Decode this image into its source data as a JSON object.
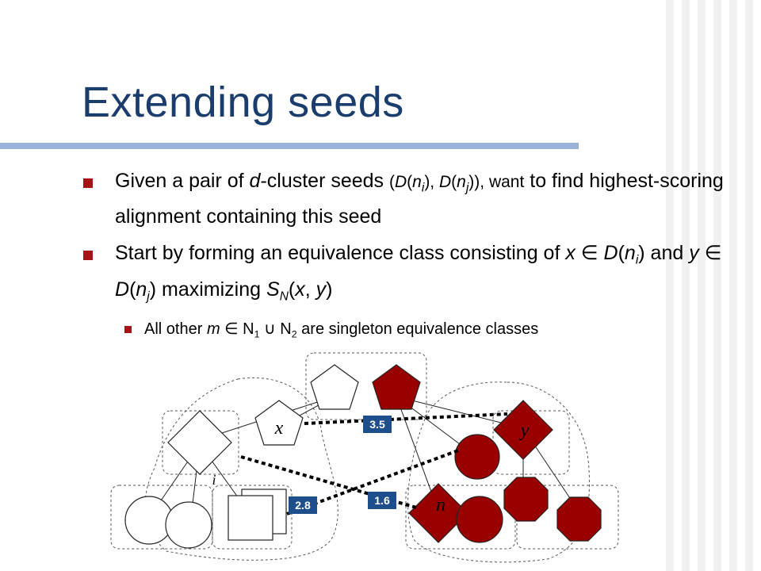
{
  "slide": {
    "title": "Extending seeds"
  },
  "bullets": [
    {
      "level": 1,
      "parts": [
        {
          "t": "Given a pair of "
        },
        {
          "t": "d",
          "i": true
        },
        {
          "t": "-cluster seeds "
        },
        {
          "t": "(",
          "small": true
        },
        {
          "t": "D",
          "i": true,
          "small": true
        },
        {
          "t": "(",
          "small": true
        },
        {
          "t": "n",
          "i": true,
          "small": true
        },
        {
          "t": "i",
          "i": true,
          "sub": true,
          "small": true
        },
        {
          "t": "), ",
          "small": true
        },
        {
          "t": "D",
          "i": true,
          "small": true
        },
        {
          "t": "(",
          "small": true
        },
        {
          "t": "n",
          "i": true,
          "small": true
        },
        {
          "t": "j",
          "i": true,
          "sub": true,
          "small": true
        },
        {
          "t": ")), want",
          "small": true
        },
        {
          "t": " to find highest-scoring alignment containing this seed"
        }
      ]
    },
    {
      "level": 1,
      "parts": [
        {
          "t": "Start by forming an equivalence class consisting of "
        },
        {
          "t": "x",
          "i": true
        },
        {
          "t": " ∈ "
        },
        {
          "t": "D",
          "i": true
        },
        {
          "t": "("
        },
        {
          "t": "n",
          "i": true
        },
        {
          "t": "i",
          "i": true,
          "sub": true
        },
        {
          "t": ") and "
        },
        {
          "t": "y",
          "i": true
        },
        {
          "t": " ∈ "
        },
        {
          "t": "D",
          "i": true
        },
        {
          "t": "("
        },
        {
          "t": "n",
          "i": true
        },
        {
          "t": "j",
          "i": true,
          "sub": true
        },
        {
          "t": ") maximizing "
        },
        {
          "t": "S",
          "i": true
        },
        {
          "t": "N",
          "i": true,
          "sub": true
        },
        {
          "t": "("
        },
        {
          "t": "x",
          "i": true
        },
        {
          "t": ", "
        },
        {
          "t": "y",
          "i": true
        },
        {
          "t": ")"
        }
      ]
    },
    {
      "level": 2,
      "parts": [
        {
          "t": "All other "
        },
        {
          "t": "m",
          "i": true
        },
        {
          "t": " ∈ N"
        },
        {
          "t": "1",
          "sub": true
        },
        {
          "t": " ∪ N"
        },
        {
          "t": "2",
          "sub": true
        },
        {
          "t": " are singleton equivalence classes"
        }
      ]
    }
  ],
  "diagram": {
    "labels": {
      "x": "x",
      "y": "y",
      "i": "i",
      "n": "n"
    },
    "scores": {
      "top": "3.5",
      "middle": "1.6",
      "left": "2.8"
    },
    "colors": {
      "filled": "#990000",
      "score_box": "#1f4e8c",
      "title": "#1a3d6e",
      "bullet": "#a31515",
      "rule": "#9cb1d8"
    }
  }
}
